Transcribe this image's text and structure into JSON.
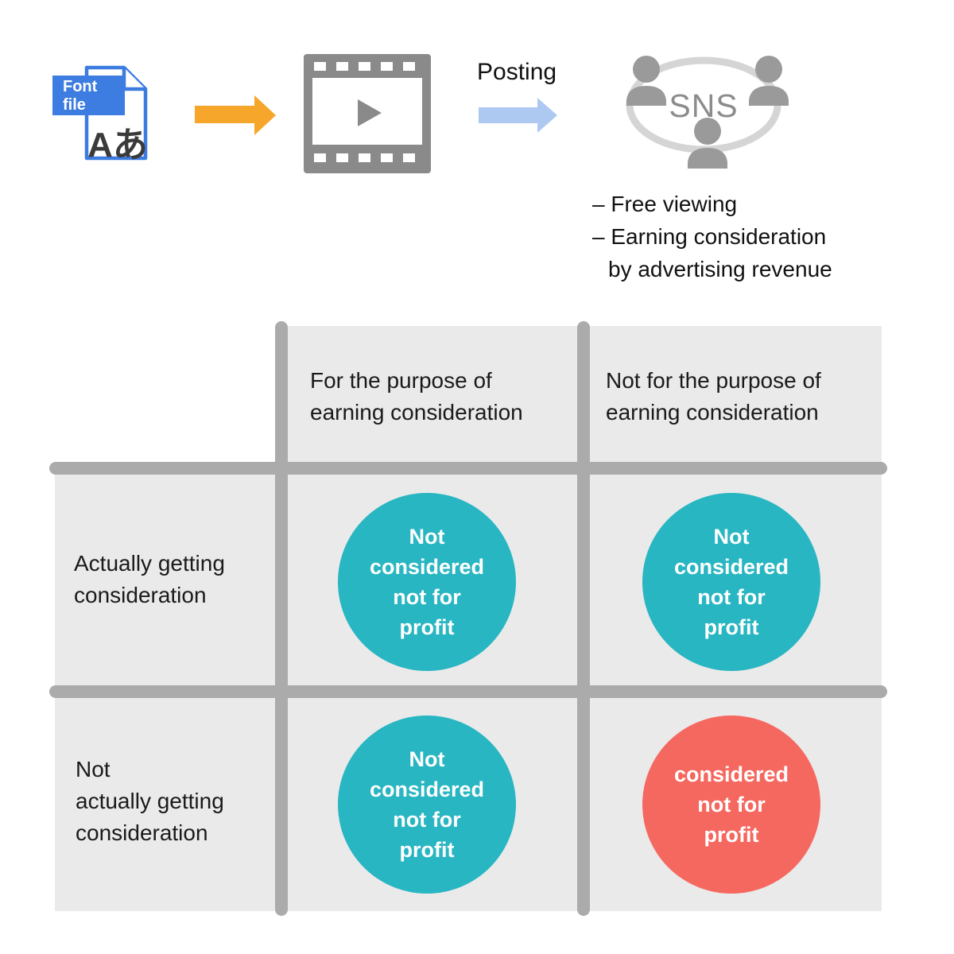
{
  "colors": {
    "teal": "#28b6c2",
    "red": "#f5685f",
    "cell_background": "#eaeaea",
    "grid_line": "#ababab",
    "document_blue": "#3d7ce0",
    "orange_arrow": "#f5a62b",
    "light_blue_arrow": "#aec9f1",
    "icon_gray": "#8a8a8a",
    "text_dark": "#1a1a1a"
  },
  "flow": {
    "font_file_label": "Font\nfile",
    "font_file_glyphs": "Aあ",
    "posting_label": "Posting",
    "sns_label": "SNS",
    "notes": [
      "– Free viewing",
      "– Earning consideration",
      "by advertising revenue"
    ]
  },
  "matrix": {
    "col_headers": [
      "For the purpose of\nearning consideration",
      "Not for the purpose of\nearning consideration"
    ],
    "row_headers": [
      "Actually getting\nconsideration",
      "Not\nactually getting\nconsideration"
    ],
    "cells": [
      {
        "row": 0,
        "col": 0,
        "color": "teal",
        "text": "Not\nconsidered\nnot for\nprofit"
      },
      {
        "row": 0,
        "col": 1,
        "color": "teal",
        "text": "Not\nconsidered\nnot for\nprofit"
      },
      {
        "row": 1,
        "col": 0,
        "color": "teal",
        "text": "Not\nconsidered\nnot for\nprofit"
      },
      {
        "row": 1,
        "col": 1,
        "color": "red",
        "text": "considered\nnot for\nprofit"
      }
    ]
  }
}
